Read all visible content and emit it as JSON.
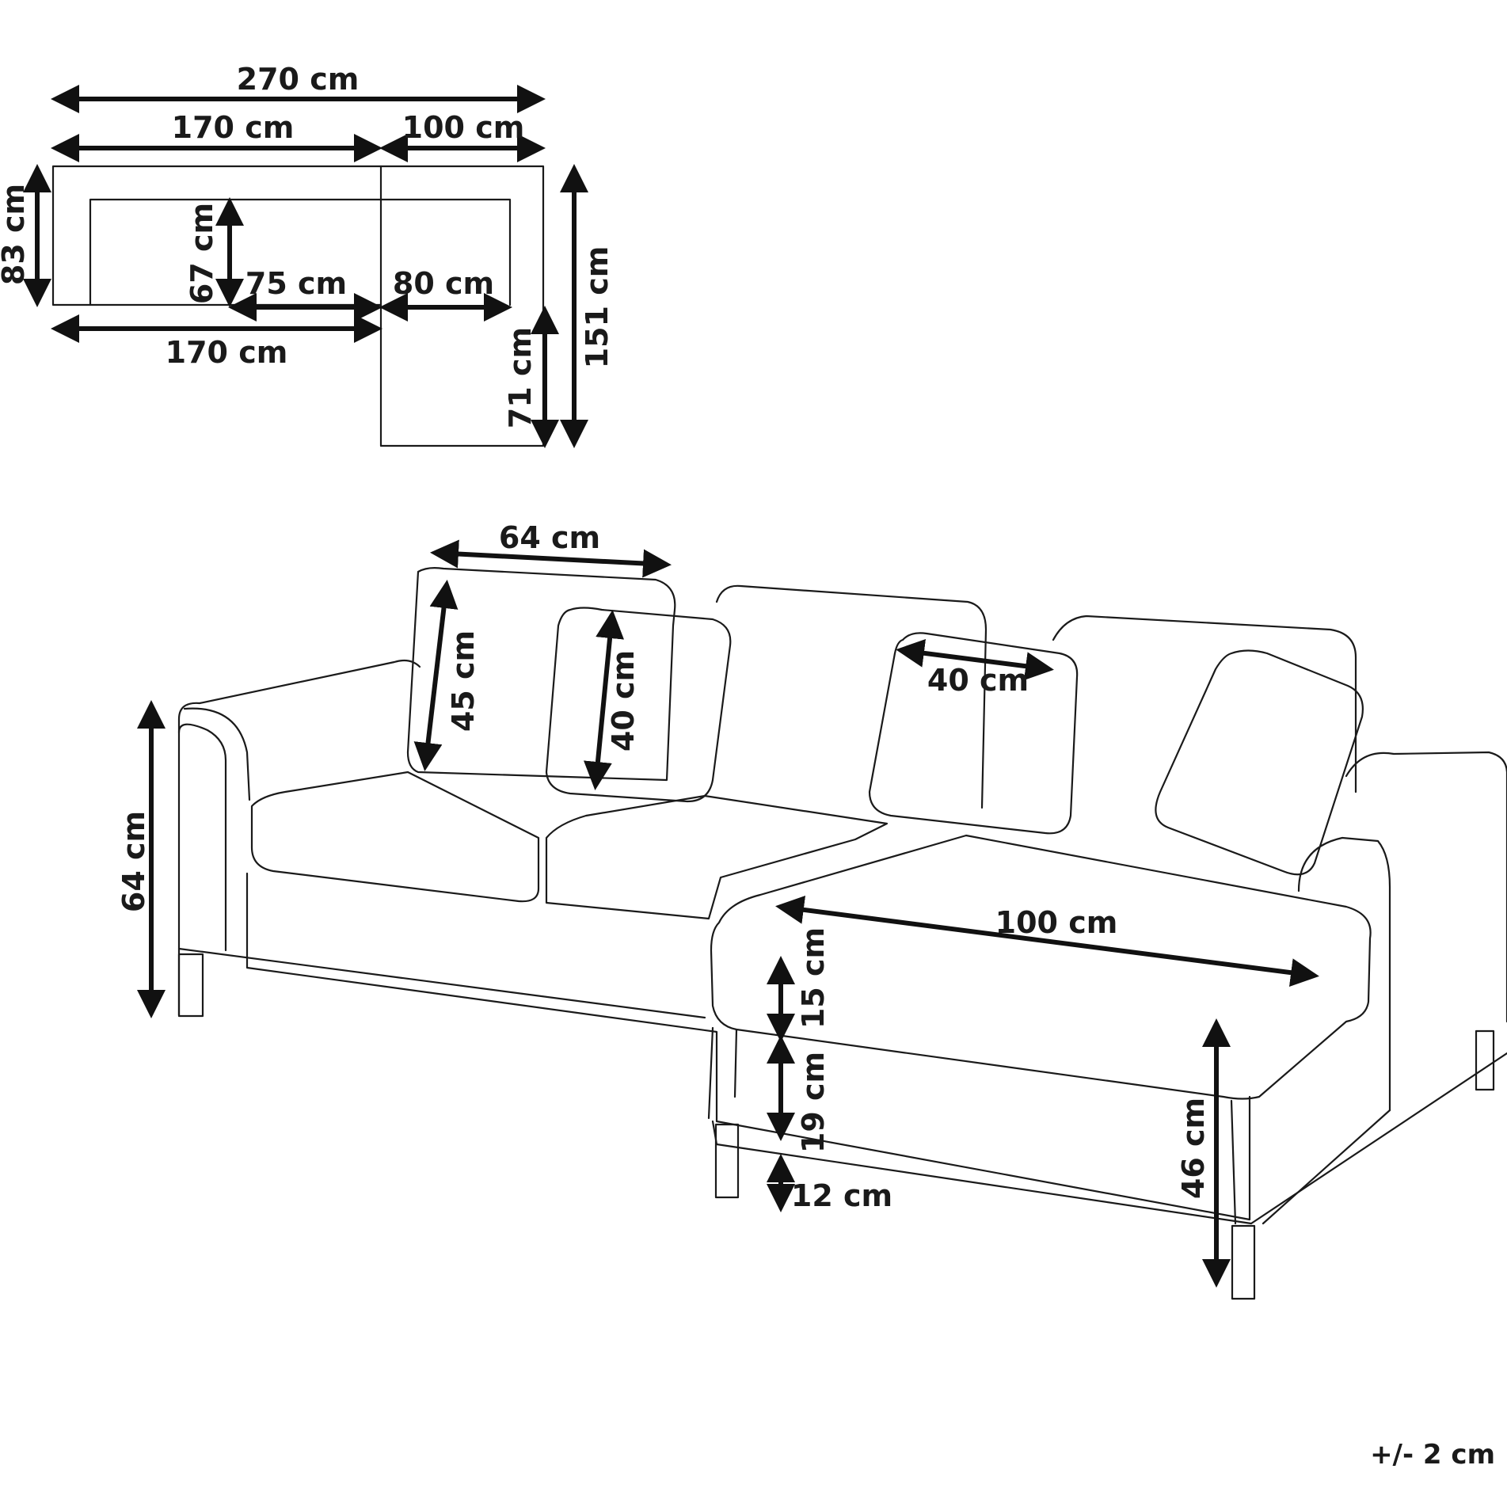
{
  "plan": {
    "total_width": "270 cm",
    "section_left": "170 cm",
    "section_right": "100 cm",
    "depth_back": "83 cm",
    "seat_depth": "67 cm",
    "seat_left": "75 cm",
    "seat_right": "80 cm",
    "bottom_width": "170 cm",
    "chaise_extension": "71 cm",
    "total_depth": "151 cm"
  },
  "view": {
    "back_cushion_width": "64 cm",
    "back_cushion_height": "45 cm",
    "pillow_height": "40 cm",
    "pillow_width": "40 cm",
    "total_height": "64 cm",
    "chaise_length": "100 cm",
    "cushion_thickness": "15 cm",
    "base_height": "19 cm",
    "leg_height": "12 cm",
    "seat_height": "46 cm"
  },
  "tolerance": "+/- 2 cm"
}
